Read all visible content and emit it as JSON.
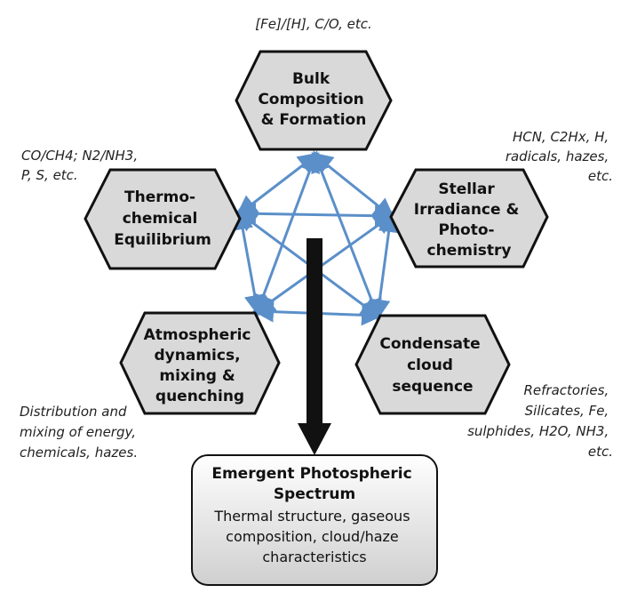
{
  "hexagons": {
    "bulk": {
      "lines": [
        "Bulk",
        "Composition",
        "& Formation"
      ]
    },
    "thermo": {
      "lines": [
        "Thermo-",
        "chemical",
        "Equilibrium"
      ]
    },
    "stellar": {
      "lines": [
        "Stellar",
        "Irradiance &",
        "Photo-",
        "chemistry"
      ]
    },
    "atmos": {
      "lines": [
        "Atmospheric",
        "dynamics,",
        "mixing &",
        "quenching"
      ]
    },
    "condensate": {
      "lines": [
        "Condensate",
        "cloud",
        "sequence"
      ]
    }
  },
  "notes": {
    "bulk": [
      "[Fe]/[H], C/O, etc."
    ],
    "thermo": [
      "CO/CH4; N2/NH3,",
      "P, S, etc."
    ],
    "stellar": [
      "HCN, C2Hx, H,",
      "radicals, hazes,",
      "etc."
    ],
    "atmos": [
      "Distribution and",
      "mixing of energy,",
      "chemicals, hazes."
    ],
    "condensate": [
      "Refractories,",
      "Silicates, Fe,",
      "sulphides, H2O, NH3,",
      "etc."
    ]
  },
  "output_box": {
    "title": [
      "Emergent Photospheric",
      "Spectrum"
    ],
    "body": [
      "Thermal structure, gaseous",
      "composition, cloud/haze",
      "characteristics"
    ]
  },
  "colors": {
    "hex_fill": "#d9d9d9",
    "hex_stroke": "#111111",
    "arrow_blue": "#5b8fc9",
    "arrow_black": "#111111",
    "box_fill_top": "#ffffff",
    "box_fill_bottom": "#cfcfcf"
  }
}
